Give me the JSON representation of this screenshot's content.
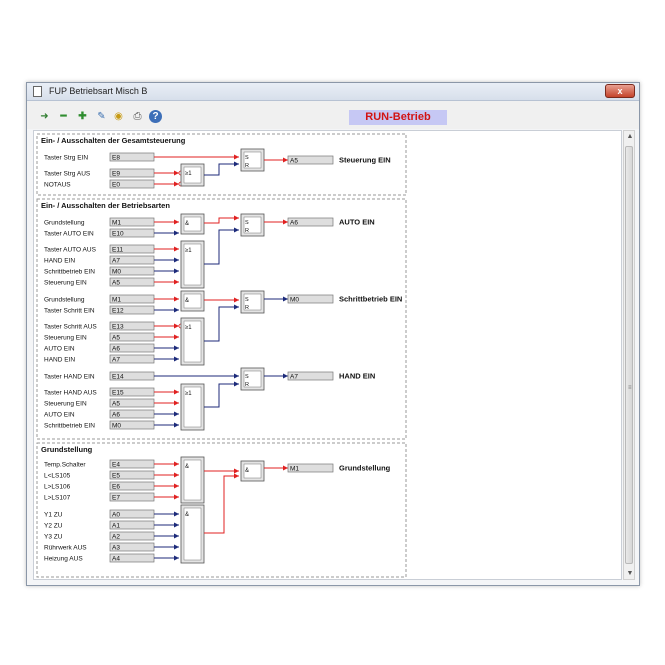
{
  "window": {
    "title": "FUP Betriebsart Misch B",
    "close_label": "x"
  },
  "toolbar": {
    "icons": [
      "exit-icon",
      "minus-icon",
      "plus-icon",
      "edit-icon",
      "binoculars-icon",
      "print-icon",
      "help-icon"
    ],
    "status": "RUN-Betrieb"
  },
  "sections": [
    {
      "title": "Ein- / Ausschalten der Gesamtsteuerung"
    },
    {
      "title": "Ein- / Ausschalten der Betriebsarten"
    },
    {
      "title": "Grundstellung"
    }
  ],
  "inputs": [
    {
      "label": "Taster Strg EIN",
      "op": "E8",
      "color": "#e02020"
    },
    {
      "label": "Taster Strg AUS",
      "op": "E9",
      "color": "#e02020"
    },
    {
      "label": "NOTAUS",
      "op": "E0",
      "color": "#e02020"
    },
    {
      "label": "Grundstellung",
      "op": "M1",
      "color": "#e02020"
    },
    {
      "label": "Taster AUTO EIN",
      "op": "E10",
      "color": "#1c2a7a"
    },
    {
      "label": "Taster AUTO AUS",
      "op": "E11",
      "color": "#e02020"
    },
    {
      "label": "HAND EIN",
      "op": "A7",
      "color": "#1c2a7a"
    },
    {
      "label": "Schrittbetrieb EIN",
      "op": "M0",
      "color": "#1c2a7a"
    },
    {
      "label": "Steuerung EIN",
      "op": "A5",
      "color": "#e02020"
    },
    {
      "label": "Grundstellung",
      "op": "M1",
      "color": "#e02020"
    },
    {
      "label": "Taster Schritt EIN",
      "op": "E12",
      "color": "#1c2a7a"
    },
    {
      "label": "Taster Schritt AUS",
      "op": "E13",
      "color": "#e02020"
    },
    {
      "label": "Steuerung EIN",
      "op": "A5",
      "color": "#e02020"
    },
    {
      "label": "AUTO EIN",
      "op": "A6",
      "color": "#1c2a7a"
    },
    {
      "label": "HAND EIN",
      "op": "A7",
      "color": "#1c2a7a"
    },
    {
      "label": "Taster HAND EIN",
      "op": "E14",
      "color": "#1c2a7a"
    },
    {
      "label": "Taster HAND AUS",
      "op": "E15",
      "color": "#e02020"
    },
    {
      "label": "Steuerung EIN",
      "op": "A5",
      "color": "#e02020"
    },
    {
      "label": "AUTO EIN",
      "op": "A6",
      "color": "#1c2a7a"
    },
    {
      "label": "Schrittbetrieb EIN",
      "op": "M0",
      "color": "#1c2a7a"
    },
    {
      "label": "Temp.Schalter",
      "op": "E4",
      "color": "#e02020"
    },
    {
      "label": "L<LS105",
      "op": "E5",
      "color": "#e02020"
    },
    {
      "label": "L>LS106",
      "op": "E6",
      "color": "#e02020"
    },
    {
      "label": "L>LS107",
      "op": "E7",
      "color": "#e02020"
    },
    {
      "label": "Y1 ZU",
      "op": "A0",
      "color": "#1c2a7a"
    },
    {
      "label": "Y2 ZU",
      "op": "A1",
      "color": "#1c2a7a"
    },
    {
      "label": "Y3 ZU",
      "op": "A2",
      "color": "#1c2a7a"
    },
    {
      "label": "Rührwerk AUS",
      "op": "A3",
      "color": "#1c2a7a"
    },
    {
      "label": "Heizung AUS",
      "op": "A4",
      "color": "#1c2a7a"
    }
  ],
  "gates": [
    {
      "sym": "≥1"
    },
    {
      "sym": "&"
    },
    {
      "sym": "≥1"
    },
    {
      "sym": "&"
    },
    {
      "sym": "≥1"
    },
    {
      "sym": "≥1"
    },
    {
      "sym": "&"
    },
    {
      "sym": "&"
    }
  ],
  "flipflops": [
    {
      "s": "S",
      "r": "R"
    },
    {
      "s": "S",
      "r": "R"
    },
    {
      "s": "S",
      "r": "R"
    },
    {
      "s": "S",
      "r": "R"
    }
  ],
  "outputs": [
    {
      "op": "A5",
      "label": "Steuerung EIN",
      "color": "#e02020"
    },
    {
      "op": "A6",
      "label": "AUTO EIN",
      "color": "#e02020"
    },
    {
      "op": "M0",
      "label": "Schrittbetrieb EIN",
      "color": "#1c2a7a"
    },
    {
      "op": "A7",
      "label": "HAND EIN",
      "color": "#1c2a7a"
    },
    {
      "op": "M1",
      "label": "Grundstellung",
      "color": "#e02020"
    }
  ]
}
